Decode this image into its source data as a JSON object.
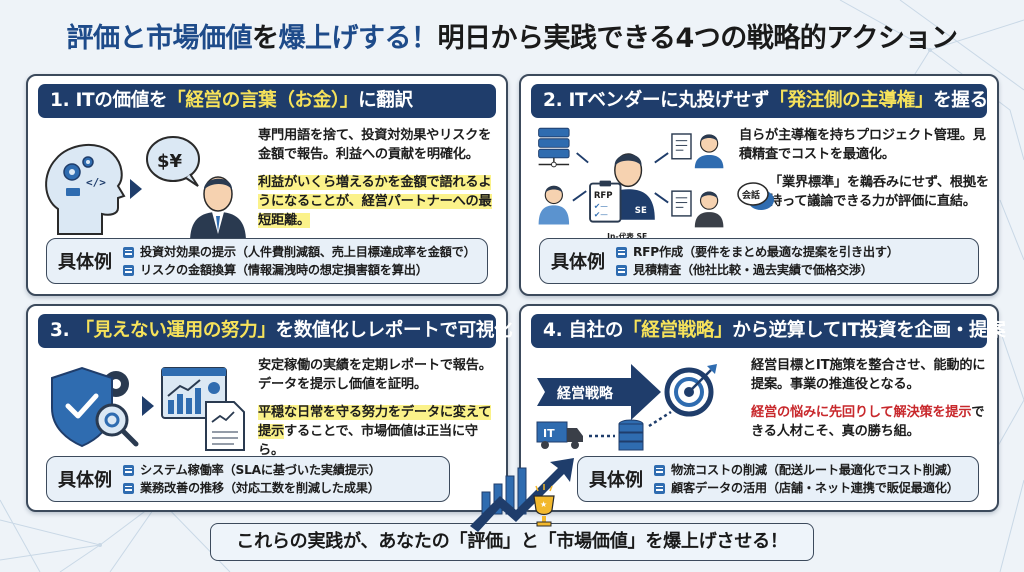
{
  "title": {
    "highlight_part1": "評価と市場価値",
    "plain_part1": "を",
    "highlight_part2": "爆上げする！",
    "plain_part2": "明日から実践できる4つの戦略的アクション"
  },
  "cards": [
    {
      "heading_prefix": "1. ITの価値を",
      "heading_highlight": "「経営の言葉（お金）」",
      "heading_suffix": "に翻訳",
      "desc_main": "専門用語を捨て、投資対効果やリスクを金額で報告。利益への貢献を明確化。",
      "desc_emphasis_a": "利益がいくら増えるかを金額で語れるようになることが、",
      "desc_emphasis_b": "経営パートナーへの最短距離。",
      "illustration": {
        "icons": [
          "brain-gears-code-icon",
          "arrow-right-icon",
          "money-speech-bubble-icon",
          "businessman-icon"
        ],
        "bubble_text": "$¥"
      },
      "examples_label": "具体例",
      "examples": [
        "投資対効果の提示（人件費削減額、売上目標達成率を金額で）",
        "リスクの金額換算（情報漏洩時の想定損害額を算出）"
      ]
    },
    {
      "heading_prefix": "2. ITベンダーに丸投げせず",
      "heading_highlight": "「発注側の主導権」",
      "heading_suffix": "を握る",
      "desc_main": "自らが主導権を持ちプロジェクト管理。見積精査でコストを最適化。",
      "desc_second": "「業界標準」を鵜呑みにせず、根拠を持って議論できる力が評価に直結。",
      "chat_badge": "会話",
      "illustration": {
        "icons": [
          "server-icon",
          "user-icon",
          "rfp-clipboard-icon",
          "se-person-icon",
          "document-icon",
          "client-person-icon"
        ],
        "rfp_label": "RFP",
        "se_label": "SE",
        "caption": "In-代表 SE"
      },
      "examples_label": "具体例",
      "examples": [
        "RFP作成（要件をまとめ最適な提案を引き出す）",
        "見積精査（他社比較・過去実績で価格交渉）"
      ]
    },
    {
      "heading_prefix": "3. ",
      "heading_highlight": "「見えない運用の努力」",
      "heading_suffix": "を数値化しレポートで可視化",
      "desc_main": "安定稼働の実績を定期レポートで報告。データを提示し価値を証明。",
      "desc_emphasis_a": "平穏な日常を守る努力をデータに変えて提示",
      "desc_emphasis_b": "することで、市場価値は正当に守ら。",
      "illustration": {
        "icons": [
          "shield-check-icon",
          "gear-icon",
          "magnifier-icon",
          "arrow-right-icon",
          "dashboard-chart-icon",
          "report-document-icon"
        ]
      },
      "examples_label": "具体例",
      "examples": [
        "システム稼働率（SLAに基づいた実績提示）",
        "業務改善の推移（対応工数を削減した成果）"
      ]
    },
    {
      "heading_prefix": "4. 自社の",
      "heading_highlight": "「経営戦略」",
      "heading_suffix": "から逆算してIT投資を企画・提案",
      "desc_main": "経営目標とIT施策を整合させ、能動的に提案。事業の推進役となる。",
      "desc_red": "経営の悩みに先回りして解決策を提示",
      "desc_tail": "できる人材こそ、真の勝ち組。",
      "illustration": {
        "icons": [
          "strategy-arrow-icon",
          "target-icon",
          "it-truck-icon",
          "database-icon"
        ],
        "arrow_label": "経営戦略",
        "truck_label": "IT"
      },
      "examples_label": "具体例",
      "examples": [
        "物流コストの削減（配送ルート最適化でコスト削減）",
        "顧客データの活用（店舗・ネット連携で販促最適化）"
      ]
    }
  ],
  "footer": {
    "text": "これらの実践が、あなたの「評価」と「市場価値」を爆上げさせる！"
  },
  "colors": {
    "navy": "#1f3d6b",
    "title_blue": "#1e4b8a",
    "highlight_yellow": "#f6e25a",
    "marker_yellow": "#fbf28a",
    "accent_red": "#c8282c",
    "icon_blue": "#2f6cb0",
    "background": "#eef3f8"
  }
}
